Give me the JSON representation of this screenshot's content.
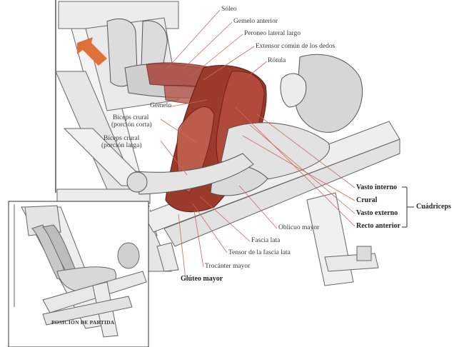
{
  "labels": {
    "soleo": "Sóleo",
    "gemelo_anterior": "Gemelo anterior",
    "peroneo": "Peroneo lateral largo",
    "extensor": "Extensor común de los dedos",
    "rotula": "Rótula",
    "gemelo": "Gemelo",
    "biceps_corta_1": "Bíceps crural",
    "biceps_corta_2": "(porción corta)",
    "biceps_larga_1": "Bíceps crural",
    "biceps_larga_2": "(porción larga)",
    "vasto_interno": "Vasto interno",
    "crural": "Crural",
    "vasto_externo": "Vasto externo",
    "recto_anterior": "Recto anterior",
    "cuadriceps": "Cuádriceps",
    "oblicuo": "Oblicuo mayor",
    "fascia": "Fascia lata",
    "tensor": "Tensor de la fascia lata",
    "trocanter": "Trocánter mayor",
    "gluteo": "Glúteo mayor"
  },
  "inset_caption": "POSICIÓN DE PARTIDA",
  "colors": {
    "muscle": "#9c3a2c",
    "muscle_dark": "#6b2018",
    "arrow": "#e0703a",
    "line": "#555555",
    "leader": "#c86a5a"
  }
}
